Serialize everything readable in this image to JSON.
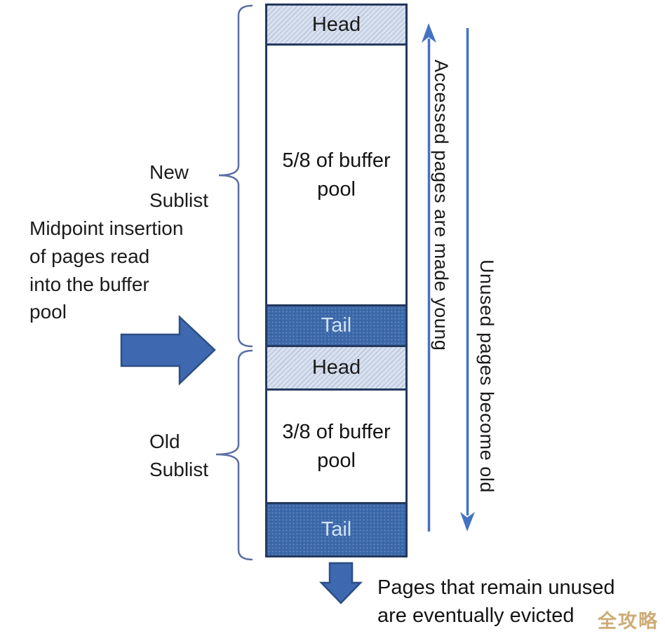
{
  "pool": {
    "new": {
      "head": "Head",
      "body": "5/8 of buffer pool",
      "tail": "Tail"
    },
    "old": {
      "head": "Head",
      "body": "3/8 of buffer pool",
      "tail": "Tail"
    }
  },
  "annotations": {
    "new_sublist": "New Sublist",
    "old_sublist": "Old Sublist",
    "midpoint_insertion": "Midpoint insertion of pages read into the buffer pool",
    "accessed_pages": "Accessed pages are made young",
    "unused_pages": "Unused pages become old",
    "evicted_pages": "Pages that remain unused are eventually evicted",
    "watermark": "全攻略"
  },
  "colors": {
    "box_border": "#24395e",
    "head_fill": "#d9e1ef",
    "tail_fill": "#3a67a8",
    "tail_text": "#cfe2f5",
    "block_arrow_fill": "#3e68b0",
    "block_arrow_stroke": "#2d4e85",
    "line_arrow": "#4472c4",
    "brace": "#5b6fa5",
    "text": "#1b1b1b",
    "watermark": "#c9a467"
  }
}
